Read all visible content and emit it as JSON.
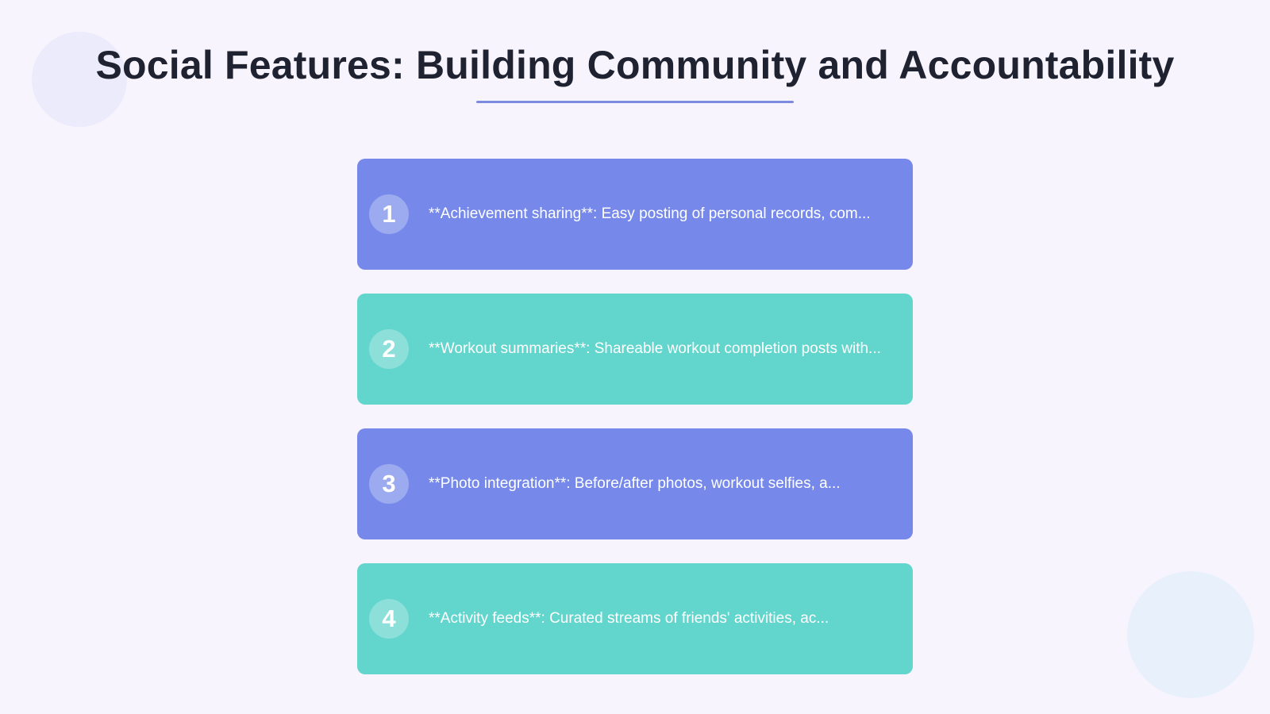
{
  "slide": {
    "title": "Social Features: Building Community and Accountability",
    "items": [
      {
        "number": "1",
        "text": "**Achievement sharing**: Easy posting of personal records, com...",
        "color": "#7689eb"
      },
      {
        "number": "2",
        "text": "**Workout summaries**: Shareable workout completion posts with...",
        "color": "#62d5cc"
      },
      {
        "number": "3",
        "text": "**Photo integration**: Before/after photos, workout selfies, a...",
        "color": "#7689eb"
      },
      {
        "number": "4",
        "text": "**Activity feeds**: Curated streams of friends' activities, ac...",
        "color": "#62d5cc"
      }
    ]
  },
  "colors": {
    "background": "#f8f4fd",
    "title": "#1f2230",
    "underline": "#7b8ce0",
    "purple_card": "#7689eb",
    "teal_card": "#62d5cc"
  }
}
